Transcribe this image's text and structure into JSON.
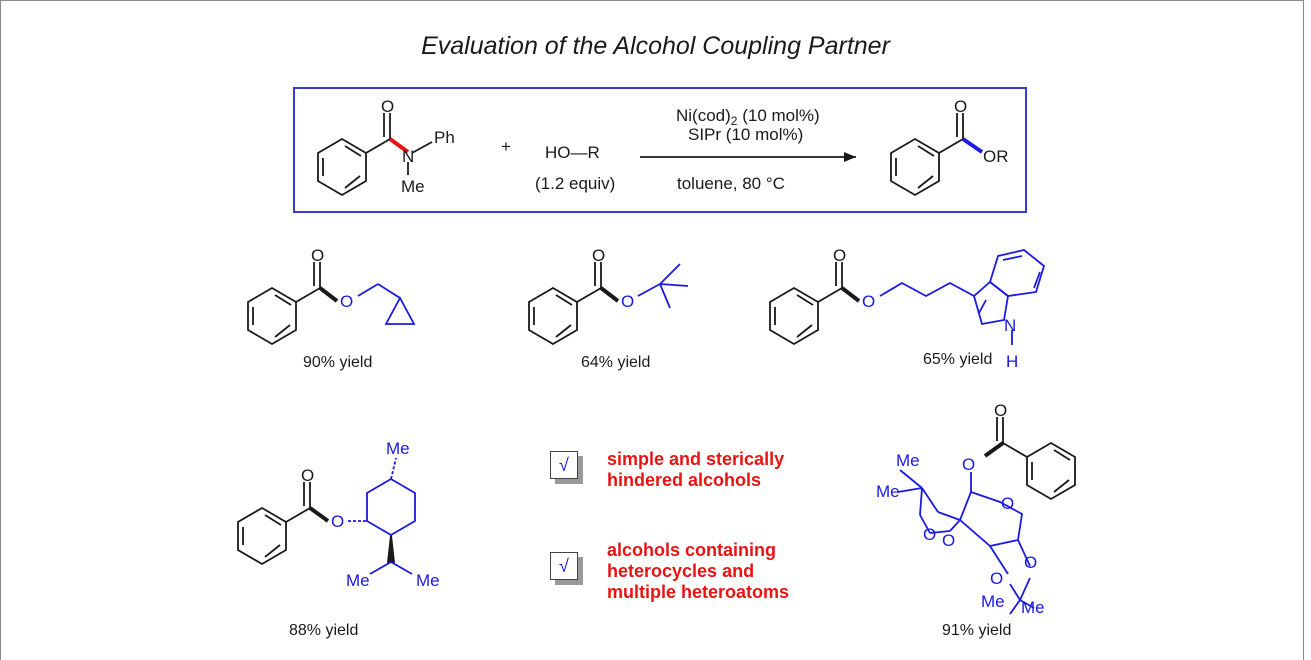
{
  "title": "Evaluation of the Alcohol Coupling Partner",
  "scheme": {
    "substrate_labels": {
      "n": "N",
      "ph": "Ph",
      "me": "Me",
      "o": "O"
    },
    "plus": "+",
    "alcohol": "HO—R",
    "alcohol_equiv": "(1.2 equiv)",
    "catalyst": "Ni(cod)",
    "catalyst_sub": "2",
    "catalyst_load": " (10 mol%)",
    "ligand": "SIPr (10 mol%)",
    "conditions": "toluene, 80 °C",
    "product_or": "OR",
    "colors": {
      "amide_bond": "#e81414",
      "ester_bond": "#1a1ae0",
      "box_border": "#3a3ad8"
    }
  },
  "products": [
    {
      "yield": "90% yield"
    },
    {
      "yield": "64% yield"
    },
    {
      "yield": "65% yield",
      "nh_label": "N",
      "h_label": "H"
    },
    {
      "yield": "88% yield",
      "me_top": "Me",
      "me_left": "Me",
      "me_right": "Me"
    },
    {
      "yield": "91% yield",
      "me1": "Me",
      "me2": "Me",
      "me3": "Me",
      "me4": "Me"
    }
  ],
  "atoms": {
    "o": "O"
  },
  "features": [
    {
      "check": "√",
      "text": "simple and sterically hindered alcohols"
    },
    {
      "check": "√",
      "text": "alcohols containing heterocycles and multiple heteroatoms"
    }
  ]
}
